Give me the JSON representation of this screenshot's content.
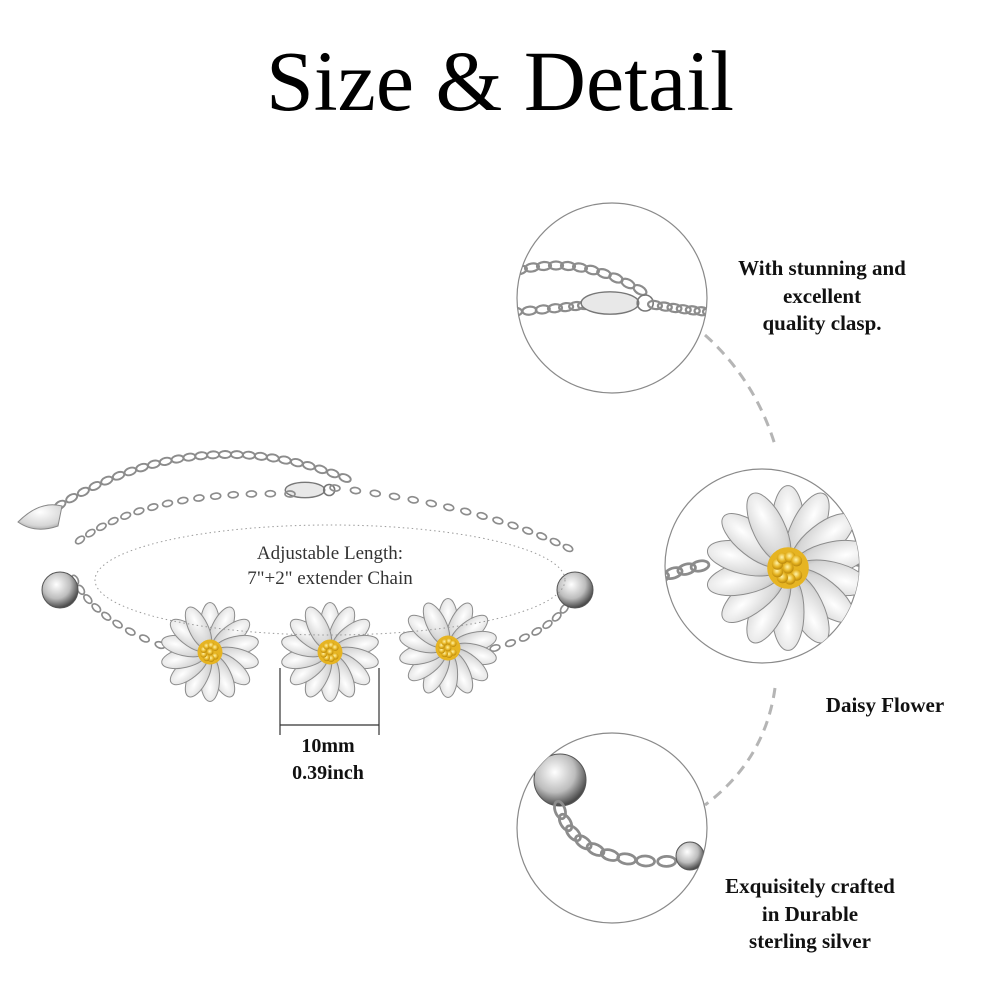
{
  "title": "Size & Detail",
  "bracelet": {
    "adjustable_label": "Adjustable Length:",
    "extender_label": "7\"+2\" extender Chain",
    "size_mm": "10mm",
    "size_inch": "0.39inch"
  },
  "details": {
    "clasp": [
      "With stunning and",
      "excellent",
      "quality clasp."
    ],
    "flower": [
      "Daisy Flower"
    ],
    "material": [
      "Exquisitely crafted",
      "in Durable",
      "sterling silver"
    ]
  },
  "colors": {
    "silver": "#d9d9d9",
    "silver_dark": "#8c8c8c",
    "gold": "#e6b422",
    "dashes": "#b5b5b5",
    "circle": "#8a8a8a"
  }
}
